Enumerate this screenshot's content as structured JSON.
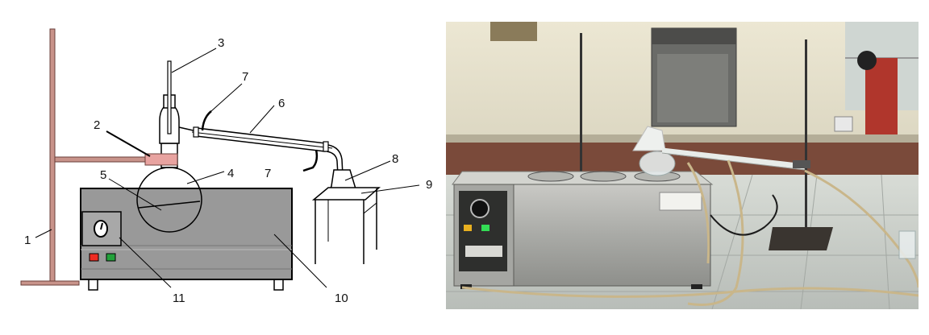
{
  "labels": {
    "l1": "1",
    "l2": "2",
    "l3": "3",
    "l4": "4",
    "l5": "5",
    "l6": "6",
    "l7a": "7",
    "l7b": "7",
    "l8": "8",
    "l9": "9",
    "l10": "10",
    "l11": "11"
  },
  "colors": {
    "stand": "#c8938a",
    "clamp": "#e8a3a0",
    "bath_body": "#999999",
    "indicator_red": "#ee2b22",
    "indicator_green": "#22a13a",
    "photo_indicator_green": "#33dd55",
    "photo_indicator_yellow": "#e8b020"
  },
  "photo": {
    "panel_label": "photo",
    "device_plate": "",
    "note": ""
  }
}
